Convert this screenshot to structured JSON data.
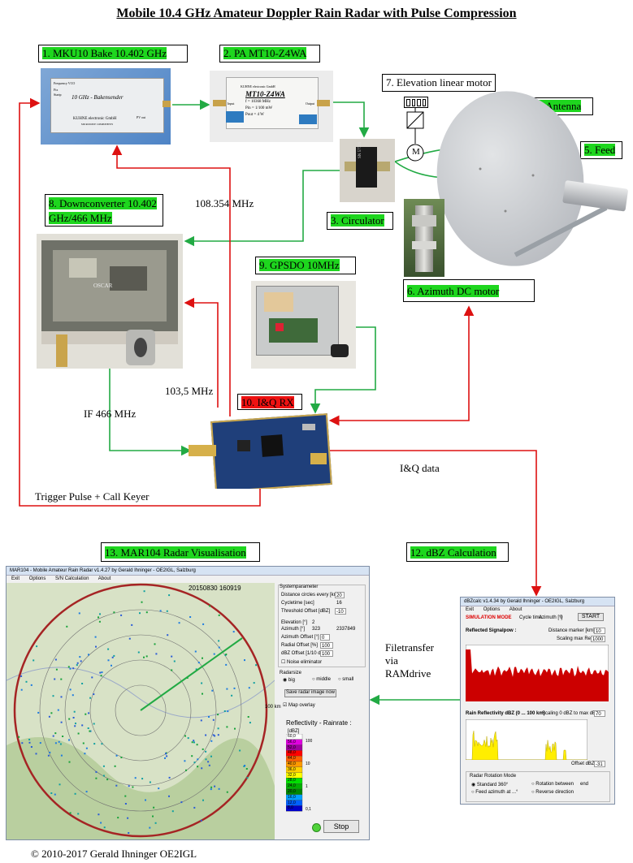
{
  "title": "Mobile 10.4 GHz Amateur Doppler Rain Radar with Pulse Compression",
  "labels": {
    "l1": "1. MKU10 Bake 10.402 GHz",
    "l2": "2. PA MT10-Z4WA",
    "l3": "3. Circulator",
    "l4": "4. Antenna",
    "l5": "5. Feed",
    "l6": "6. Azimuth DC motor",
    "l7": "7. Elevation linear motor",
    "l8a": "8. Downconverter 10.402",
    "l8b": "GHz/466 MHz",
    "l9": "9. GPSDO 10MHz",
    "l10": "10. I&Q RX",
    "l12": "12. dBZ Calculation",
    "l13": "13. MAR104 Radar Visualisation"
  },
  "annotations": {
    "f108": "108.354 MHz",
    "f103": "103,5 MHz",
    "if466": "IF 466 MHz",
    "iq": "I&Q  data",
    "trigger": "Trigger  Pulse  + Call Keyer",
    "filetransfer": "Filetransfer",
    "via": "via",
    "ramdrive": "RAMdrive"
  },
  "photos": {
    "bake_title": "10 GHz - Bakensender",
    "bake_brand": "KUHNE electronic GmbH",
    "bake_sub": "MICROWAVE COMPONENTS",
    "bake_fields": [
      "Frequency VCO",
      "Ftx",
      "Startp",
      "PV out"
    ],
    "pa_title": "MT10-Z4WA",
    "pa_brand": "KUHNE electronic GmbH",
    "pa_rows": [
      "f = 10368 MHz",
      "Pin = 1/100 mW",
      "Pout = 4 W"
    ],
    "pa_io": [
      "Input",
      "Output"
    ],
    "circ_text": "SN 57716",
    "motor_symbol": "M",
    "dc_text": "OSCAR"
  },
  "mar_window": {
    "title": "MAR104 - Mobile Amateur Rain Radar v1.4.27 by Gerald Ihninger - OE2IGL, Salzburg",
    "menu": [
      "Exit",
      "Options",
      "S/N Calculation",
      "About"
    ],
    "timestamp": "20150830  160919",
    "section_system": "Systemparameter",
    "rows": [
      {
        "label": "Distance circles every [km]",
        "value": "20"
      },
      {
        "label": "Cycletime [sec]",
        "value": "16"
      },
      {
        "label": "Threshold Offset [dBZ]",
        "value": "-10"
      }
    ],
    "elevation_label": "Elevation [°]",
    "elevation_value": "2",
    "azimuth_label": "Azimuth [°]",
    "azimuth_value": "323",
    "azimuth_extra": "2337849",
    "rows2": [
      {
        "label": "Azimuth Offset [°]",
        "value": "0"
      },
      {
        "label": "Radial Offset [%]",
        "value": "100"
      },
      {
        "label": "dBZ Offset [1/10 dB]",
        "value": "100"
      }
    ],
    "noise_elim": "Noise eliminator",
    "radarsize": "Radarsize",
    "sizes": [
      "big",
      "middle",
      "small"
    ],
    "save_btn": "Save radar image now",
    "map_overlay": "Map overlay",
    "reflectivity": "Reflectivity - Rainrate :",
    "dbz_unit": "[dBZ]",
    "scale_dbz": [
      "60,0",
      "56,0",
      "52,0",
      "48,0",
      "44,0",
      "40,0",
      "36,0",
      "32,0",
      "28,0",
      "24,0",
      "20,0",
      "16,0",
      "12,0",
      "8,0"
    ],
    "scale_rain": [
      "100",
      "10",
      "1",
      "0,1"
    ],
    "range_label": "100 km",
    "stop_btn": "Stop"
  },
  "dbz_window": {
    "title": "dBZcalc v1.4.34 by Gerald Ihninger - OE2IGL, Salzburg",
    "menu": [
      "Exit",
      "Options",
      "About"
    ],
    "sim_mode": "SIMULATION MODE",
    "cycle_label": "Cycle time",
    "azimuth_label": "Azimuth [°]",
    "azimuth_value": "0",
    "start_btn": "START",
    "reflected": "Reflected Signalpow :",
    "dist_marker": "Distance marker [km]:",
    "dist_marker_value": "10",
    "scaling_ref": "Scaling max Refl.:",
    "scaling_ref_value": "1000",
    "rain_refl": "Rain Reflectivity dBZ (0 ... 100 km)",
    "scaling_dbz": "Scaling 0 dBZ to max dBZ:",
    "scaling_dbz_value": "70",
    "offset_label": "Offset dBZ:",
    "offset_value": "-31",
    "rotation_mode": "Radar Rotation Mode",
    "rot_options": [
      "Standard 360°",
      "Rotation between",
      "end",
      "Feed azimuth at ...°",
      "Reverse direction"
    ]
  },
  "footer": "© 2010-2017    Gerald Ihninger OE2IGL",
  "colors": {
    "label_green": "#1ed61e",
    "label_red": "#ee1111",
    "wire_green": "#22aa44",
    "wire_red": "#dd1111",
    "rain_red": "#cc0000",
    "rain_yellow": "#ffee00"
  }
}
